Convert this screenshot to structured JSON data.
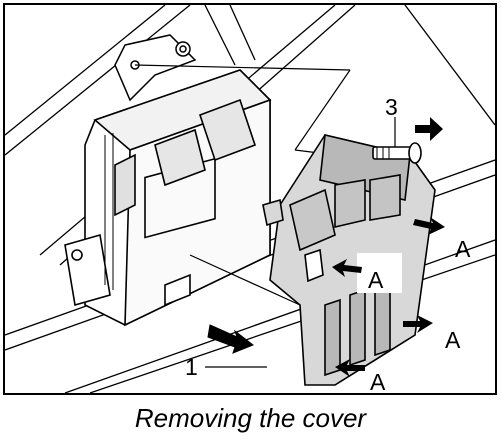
{
  "figure": {
    "callouts": {
      "part_1": "1",
      "part_3": "3",
      "clip_a": "A"
    },
    "caption": "Removing the cover"
  },
  "icons": [
    "push-arrow-icon",
    "pull-out-arrow-icon",
    "bolt-icon",
    "nut-icon"
  ],
  "colors": {
    "line": "#000000",
    "cover_fill": "#d8d8d8",
    "cover_shade": "#b8b8b8",
    "background": "#ffffff"
  }
}
